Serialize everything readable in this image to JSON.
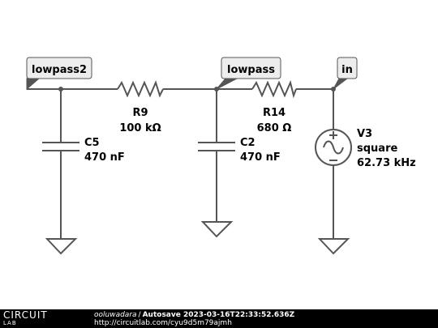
{
  "netlabels": {
    "lowpass2": "lowpass2",
    "lowpass": "lowpass",
    "in": "in"
  },
  "components": {
    "r9": {
      "name": "R9",
      "value": "100 kΩ"
    },
    "r14": {
      "name": "R14",
      "value": "680 Ω"
    },
    "c5": {
      "name": "C5",
      "value": "470 nF"
    },
    "c2": {
      "name": "C2",
      "value": "470 nF"
    },
    "v3": {
      "name": "V3",
      "type": "square",
      "freq": "62.73 kHz"
    }
  },
  "footer": {
    "logo_top": "CIRCUIT",
    "logo_bottom": "LAB",
    "user": "ooluwadara",
    "separator": "/",
    "title": "Autosave 2023-03-16T22:33:52.636Z",
    "url": "http://circuitlab.com/cyu9d5m79ajmh"
  },
  "colors": {
    "wire": "#555555",
    "label_fill": "#ededed",
    "text": "#000000",
    "footer_bg": "#000000"
  }
}
